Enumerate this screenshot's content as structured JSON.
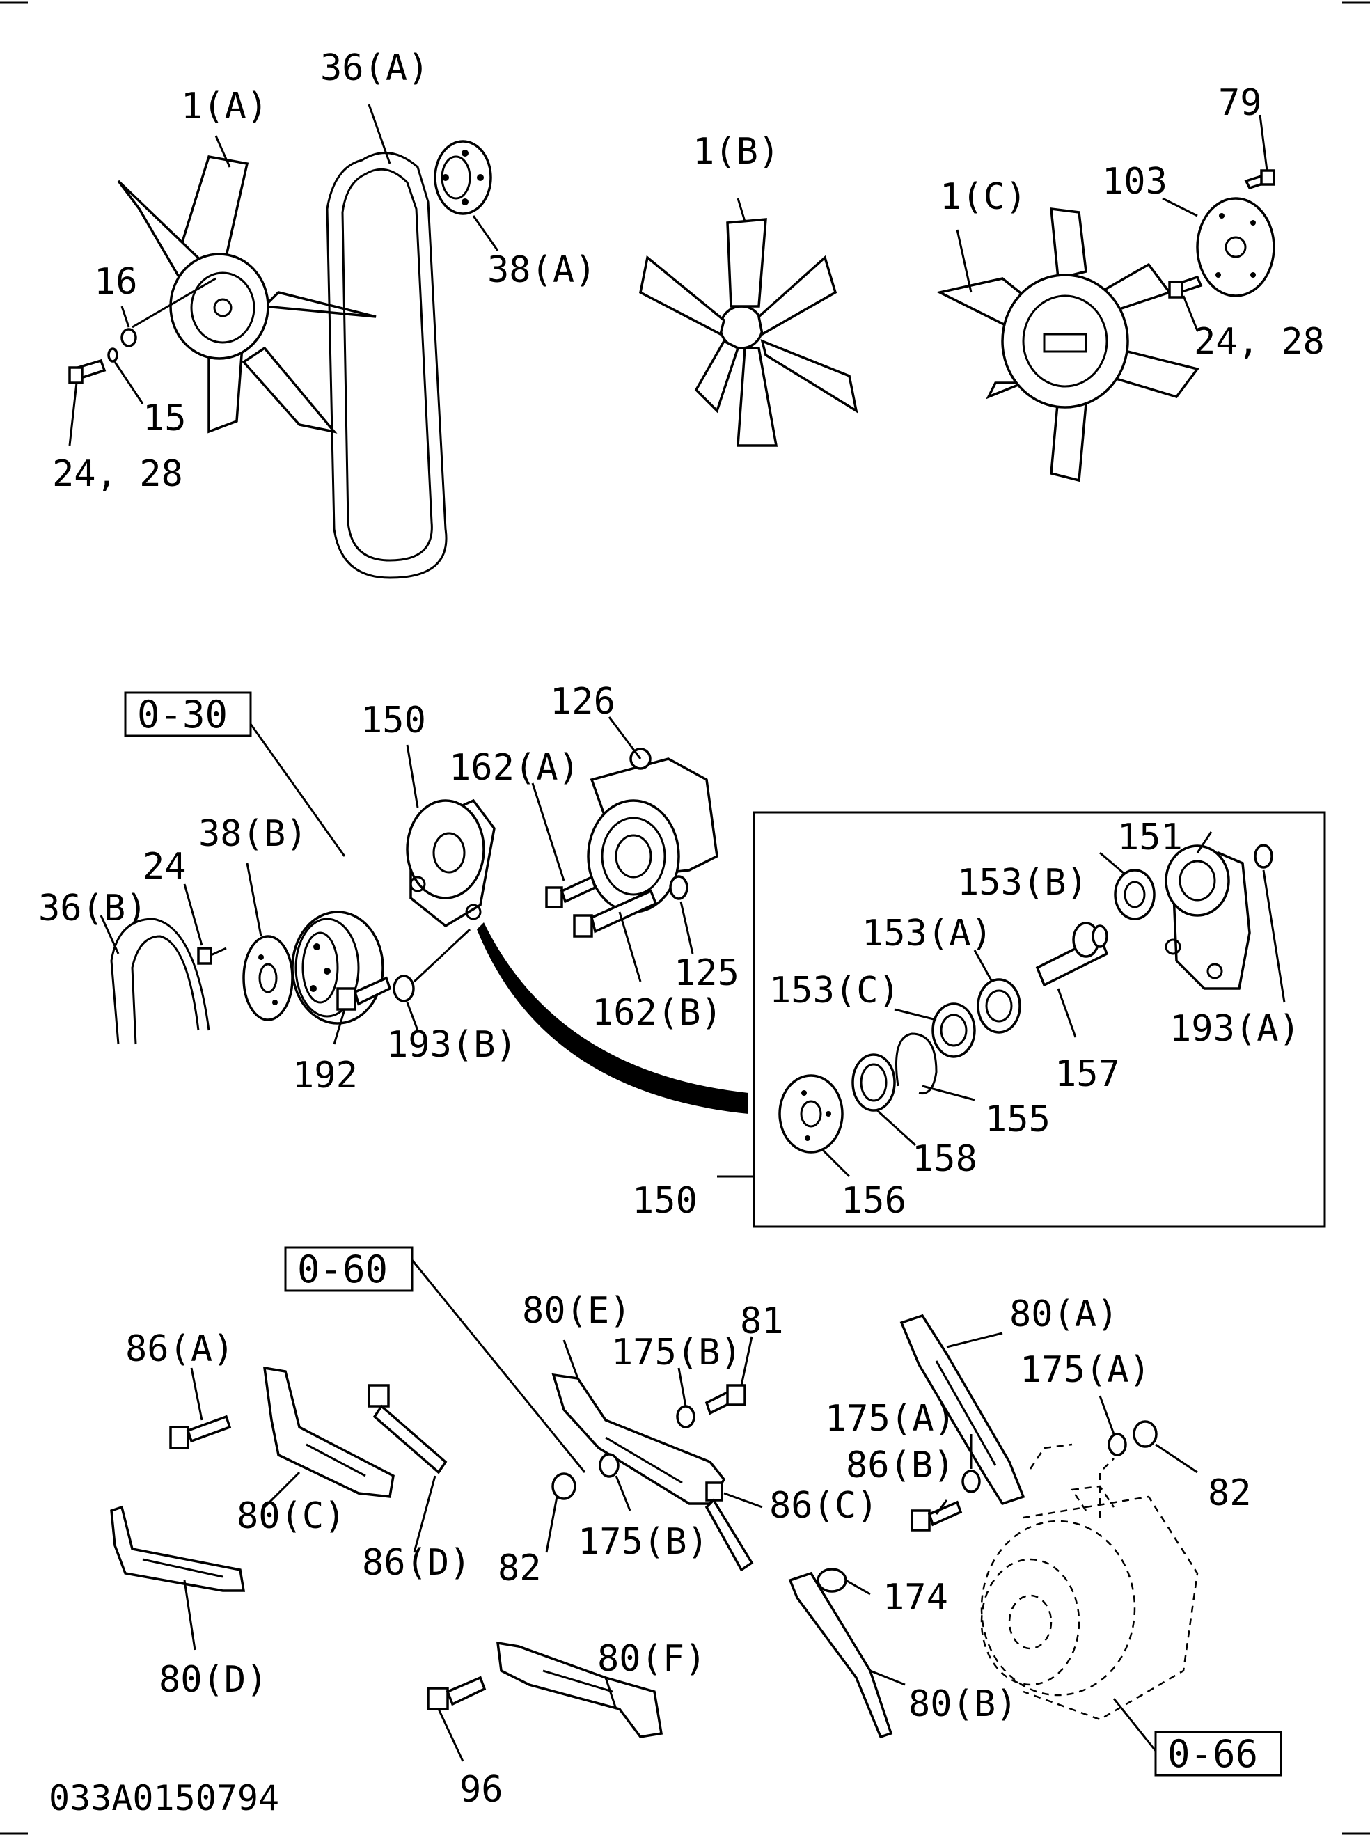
{
  "labels": {
    "fan_a": "1(A)",
    "belt_a": "36(A)",
    "pulley_38a": "38(A)",
    "fan_b": "1(B)",
    "fan_c": "1(C)",
    "bolt_79": "79",
    "plate_103": "103",
    "bolt_2428_right": "24, 28",
    "washer_16": "16",
    "washer_15": "15",
    "bolt_2428_left": "24, 28",
    "ref_030": "0-30",
    "idler_150": "150",
    "pump_126": "126",
    "bolt_162a": "162(A)",
    "pulley_38b": "38(B)",
    "bolt_24": "24",
    "belt_36b": "36(B)",
    "bolt_192": "192",
    "washer_193b": "193(B)",
    "bolt_162b": "162(B)",
    "washer_125": "125",
    "bracket_151": "151",
    "bearing_153b": "153(B)",
    "bearing_153a": "153(A)",
    "bearing_153c": "153(C)",
    "shaft_157": "157",
    "ring_193a": "193(A)",
    "snapring_155": "155",
    "seal_158": "158",
    "pulley_156": "156",
    "inset_150": "150",
    "ref_060": "0-60",
    "bracket_80e": "80(E)",
    "washer_175b_top": "175(B)",
    "bolt_81": "81",
    "bracket_80a": "80(A)",
    "washer_175a_right": "175(A)",
    "washer_175a_left": "175(A)",
    "bolt_86b": "86(B)",
    "bolt_86a": "86(A)",
    "bracket_80c": "80(C)",
    "stud_86d": "86(D)",
    "nut_82_left": "82",
    "washer_175b_bottom": "175(B)",
    "bolt_86c": "86(C)",
    "nut_82_right": "82",
    "bracket_80d": "80(D)",
    "spacer_174": "174",
    "bracket_80f": "80(F)",
    "bracket_80b": "80(B)",
    "bolt_96": "96",
    "ref_066": "0-66"
  },
  "drawing_code": "033A0150794"
}
